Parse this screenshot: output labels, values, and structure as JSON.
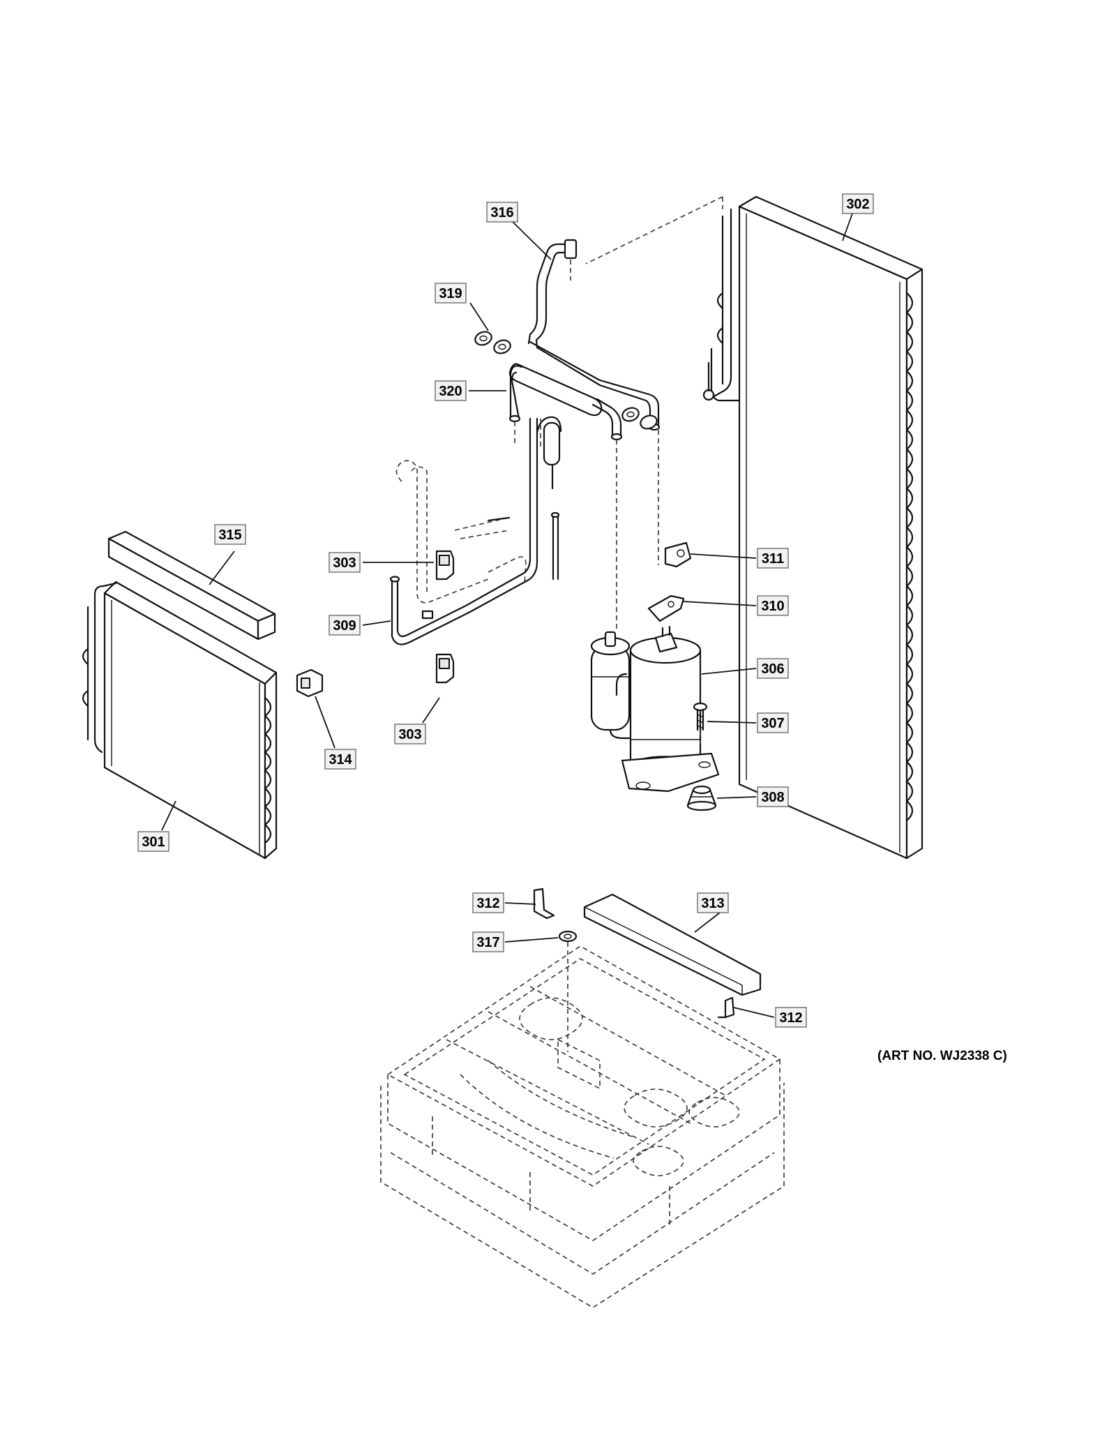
{
  "art_number": "(ART NO. WJ2338 C)",
  "callouts": {
    "c301": "301",
    "c302": "302",
    "c303a": "303",
    "c303b": "303",
    "c306": "306",
    "c307": "307",
    "c308": "308",
    "c309": "309",
    "c310": "310",
    "c311": "311",
    "c312a": "312",
    "c312b": "312",
    "c313": "313",
    "c314": "314",
    "c315": "315",
    "c316": "316",
    "c317": "317",
    "c319": "319",
    "c320": "320"
  }
}
